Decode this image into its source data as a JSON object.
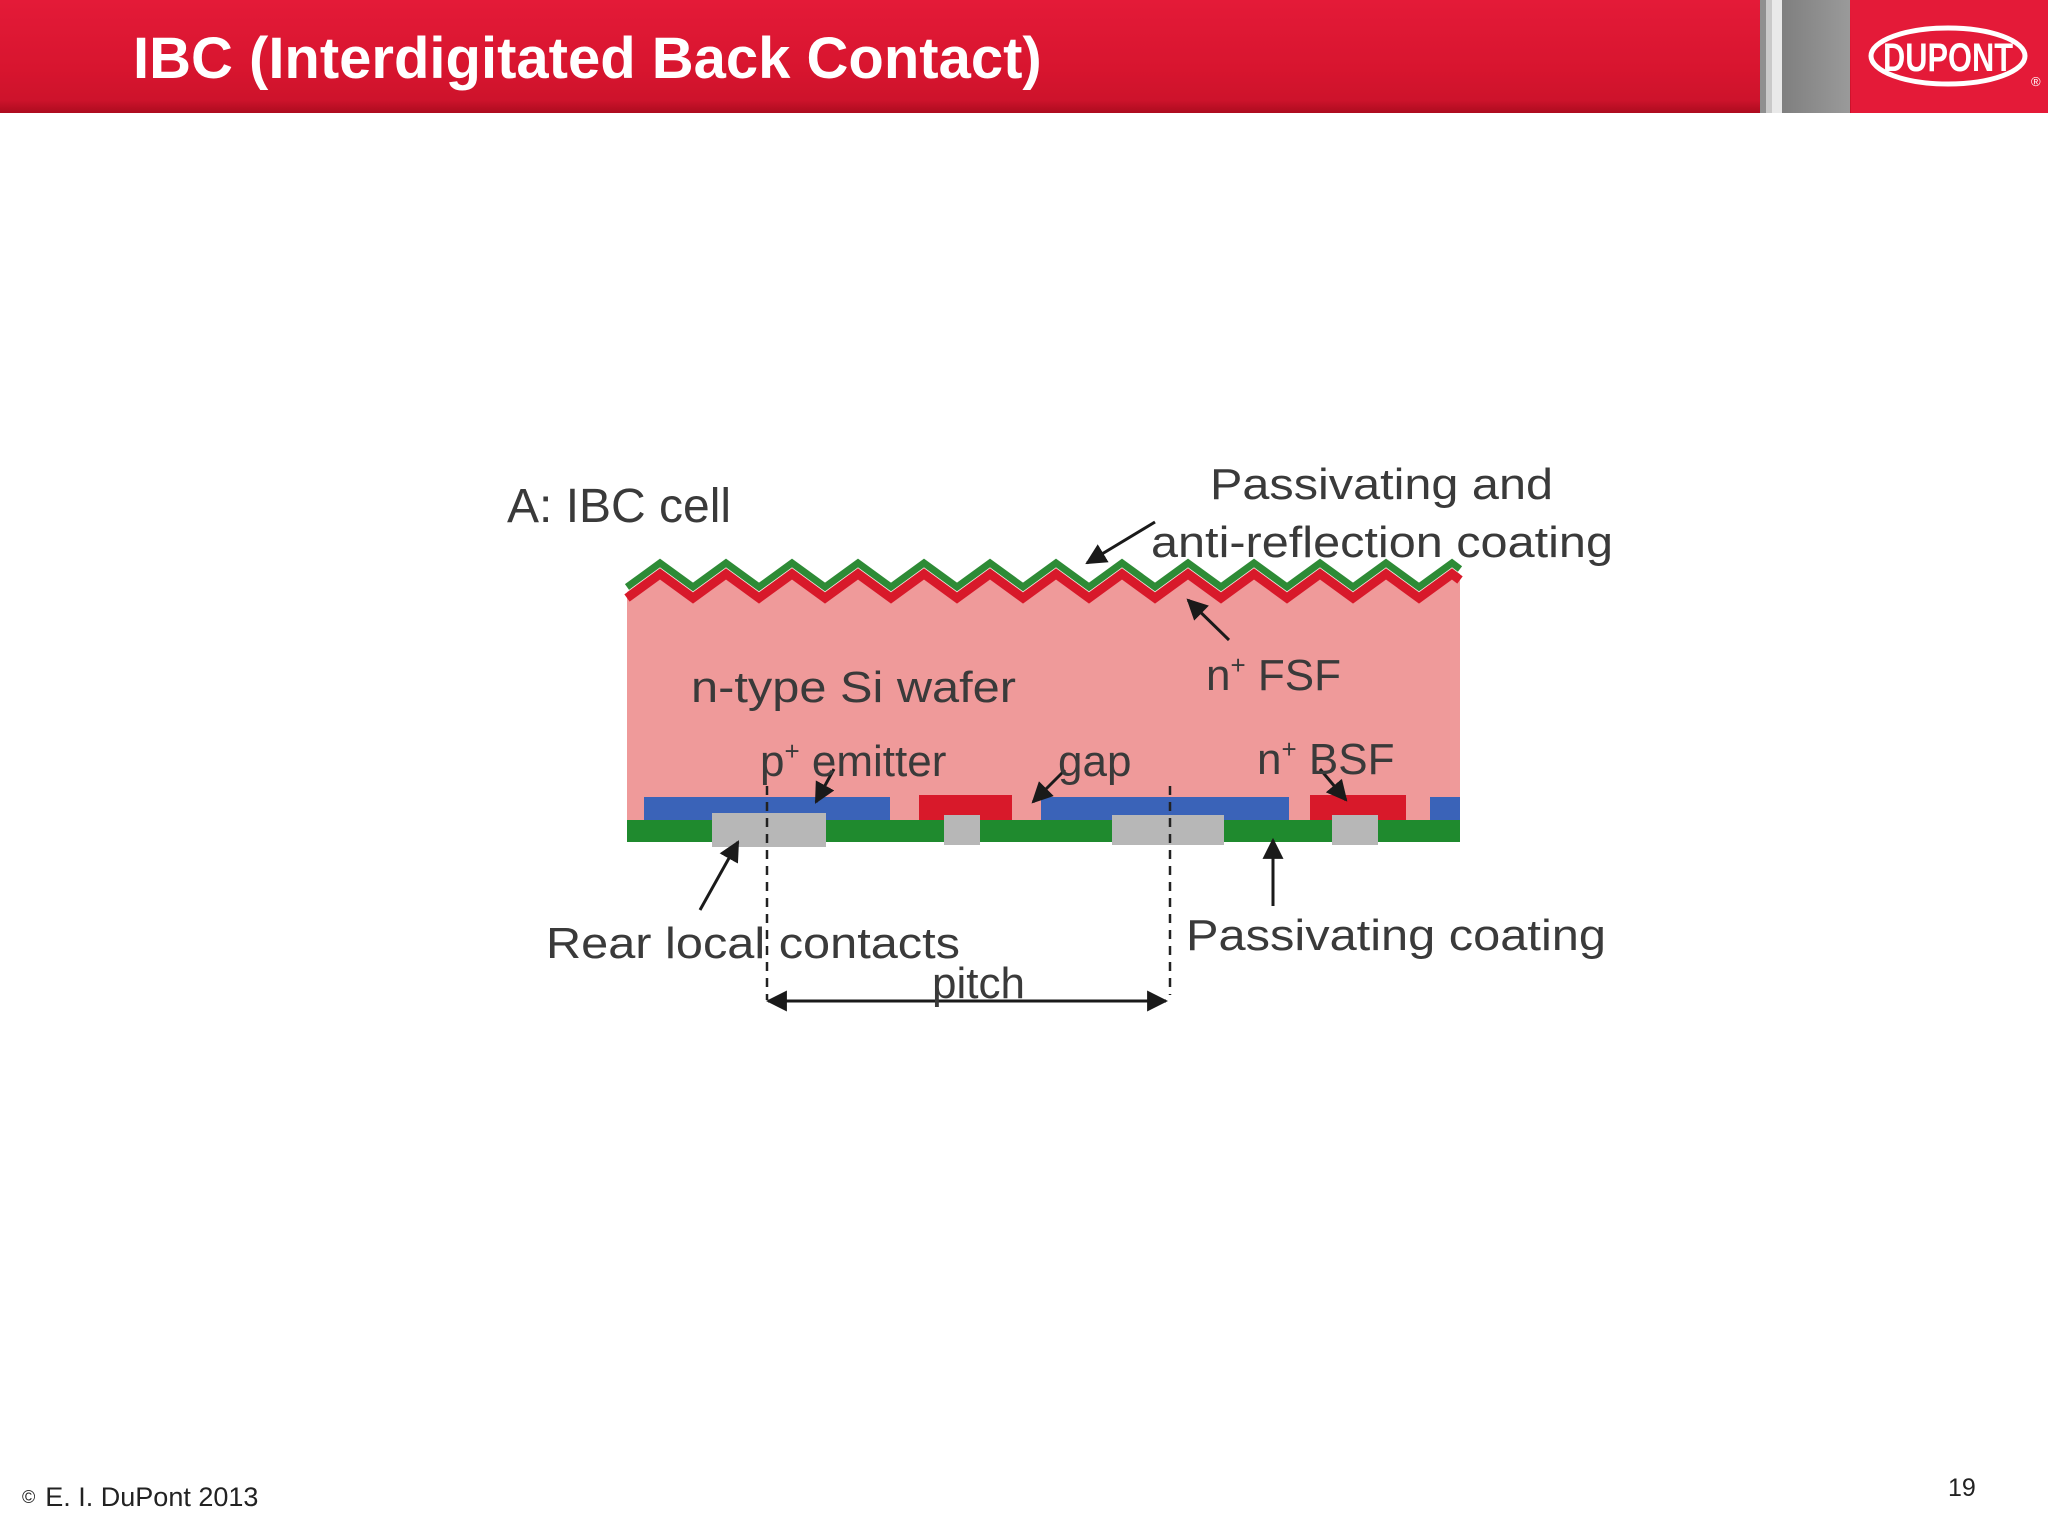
{
  "slide": {
    "title": "IBC (Interdigitated Back Contact)",
    "page_number": "19"
  },
  "logo": {
    "text": "DUPONT",
    "registered": "®"
  },
  "diagram": {
    "heading": "A: IBC cell",
    "labels": {
      "arc_line1": "Passivating and",
      "arc_line2": "anti-reflection coating",
      "n_fsf_prefix": "n",
      "n_fsf_sup": "+",
      "n_fsf_suffix": " FSF",
      "wafer": "n-type Si wafer",
      "p_emitter_prefix": "p",
      "p_emitter_sup": "+",
      "p_emitter_suffix": " emitter",
      "gap": "gap",
      "n_bsf_prefix": "n",
      "n_bsf_sup": "+",
      "n_bsf_suffix": " BSF",
      "rear_contacts": "Rear local contacts",
      "passivating_coating": "Passivating coating",
      "pitch": "pitch"
    },
    "colors": {
      "wafer": "#ef9a9a",
      "arc_green": "#2e8b36",
      "fsf_red": "#d8192a",
      "emitter_blue": "#3a63b8",
      "bsf_red": "#d8192a",
      "rear_passivation_green": "#1f8a2e",
      "contacts_gray": "#b7b7b7"
    }
  },
  "footer": {
    "copyright_symbol": "©",
    "copyright_text": "E. I. DuPont 2013"
  }
}
